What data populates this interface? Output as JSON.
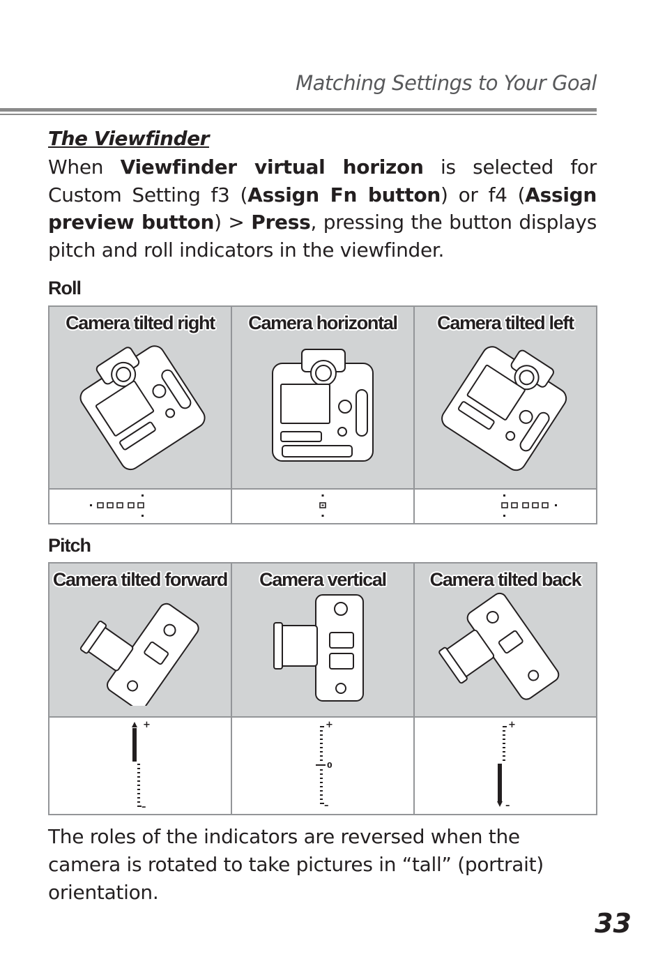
{
  "header": {
    "running_head": "Matching Settings to Your Goal"
  },
  "section": {
    "title": "The Viewfinder",
    "p_1": "When ",
    "p_b1": "Viewfinder virtual horizon",
    "p_2": " is selected for Custom Setting f3 (",
    "p_b2": "Assign Fn button",
    "p_3": ") or f4 (",
    "p_b3": "Assign preview button",
    "p_4": ") > ",
    "p_b4": "Press",
    "p_5": ", pressing the button displays pitch and roll indicators in the viewfinder."
  },
  "roll": {
    "label": "Roll",
    "columns": [
      "Camera tilted right",
      "Camera horizontal",
      "Camera tilted left"
    ]
  },
  "pitch": {
    "label": "Pitch",
    "columns": [
      "Camera tilted forward",
      "Camera vertical",
      "Camera tilted back"
    ],
    "plus": "+",
    "zero": "0",
    "minus": "–"
  },
  "footer": {
    "note": "The roles of the indicators are reversed when the camera is rotated to take pictures in “tall” (portrait) orientation.",
    "page_number": "33"
  }
}
